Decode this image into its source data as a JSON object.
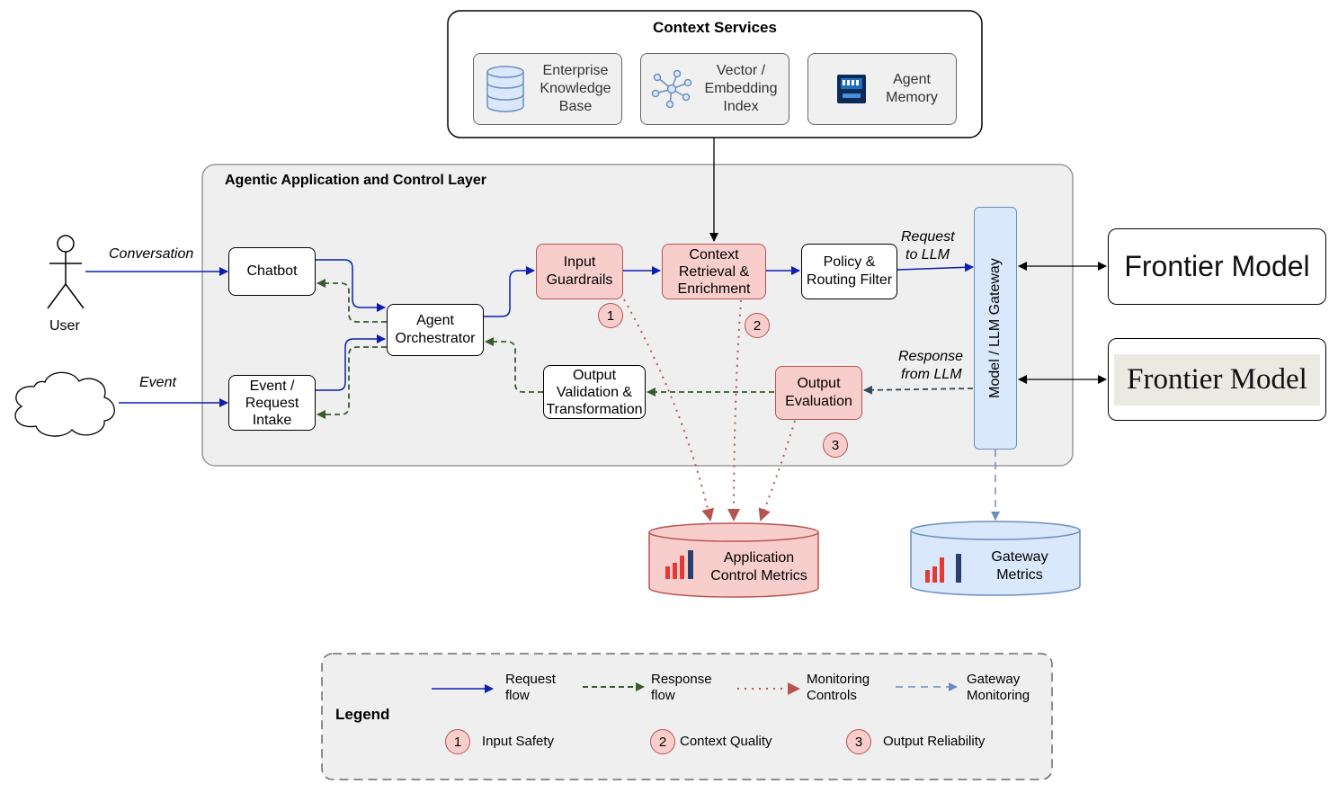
{
  "context_services": {
    "title": "Context Services",
    "items": [
      {
        "label": "Enterprise Knowledge Base",
        "lines": [
          "Enterprise",
          "Knowledge",
          "Base"
        ],
        "icon": "database-icon"
      },
      {
        "label": "Vector / Embedding Index",
        "lines": [
          "Vector /",
          "Embedding",
          "Index"
        ],
        "icon": "network-icon"
      },
      {
        "label": "Agent Memory",
        "lines": [
          "Agent",
          "Memory"
        ],
        "icon": "memory-card-icon"
      }
    ]
  },
  "control_layer": {
    "title": "Agentic Application and Control Layer",
    "chatbot": "Chatbot",
    "event_intake": {
      "lines": [
        "Event /",
        "Request",
        "Intake"
      ]
    },
    "agent_orchestrator": {
      "lines": [
        "Agent",
        "Orchestrator"
      ]
    },
    "input_guardrails": {
      "lines": [
        "Input",
        "Guardrails"
      ]
    },
    "context_retrieval": {
      "lines": [
        "Context",
        "Retrieval &",
        "Enrichment"
      ]
    },
    "policy_routing": {
      "lines": [
        "Policy &",
        "Routing Filter"
      ]
    },
    "output_validation": {
      "lines": [
        "Output",
        "Validation &",
        "Transformation"
      ]
    },
    "output_evaluation": {
      "lines": [
        "Output",
        "Evaluation"
      ]
    },
    "gateway": "Model / LLM Gateway"
  },
  "actors": {
    "user": "User",
    "conversation": "Conversation",
    "event": "Event"
  },
  "edge_labels": {
    "request_to_llm": [
      "Request",
      "to LLM"
    ],
    "response_from_llm": [
      "Response",
      "from LLM"
    ]
  },
  "frontier_models": [
    "Frontier Model",
    "Frontier Model"
  ],
  "badges": [
    "1",
    "2",
    "3"
  ],
  "metrics": {
    "application": {
      "lines": [
        "Application",
        "Control Metrics"
      ]
    },
    "gateway": {
      "lines": [
        "Gateway",
        "Metrics"
      ]
    }
  },
  "legend": {
    "title": "Legend",
    "flows": [
      {
        "lines": [
          "Request",
          "flow"
        ],
        "style": "request"
      },
      {
        "lines": [
          "Response",
          "flow"
        ],
        "style": "response"
      },
      {
        "lines": [
          "Monitoring",
          "Controls"
        ],
        "style": "monitoring"
      },
      {
        "lines": [
          "Gateway",
          "Monitoring"
        ],
        "style": "gateway"
      }
    ],
    "controls": [
      {
        "num": "1",
        "label": "Input Safety"
      },
      {
        "num": "2",
        "label": "Context Quality"
      },
      {
        "num": "3",
        "label": "Output Reliability"
      }
    ]
  },
  "colors": {
    "request": "#0a1fad",
    "response": "#3a5a2e",
    "monitoring": "#b85450",
    "gateway": "#6c8ebf",
    "red_fill": "#f8cecc",
    "blue_fill": "#dae8fc"
  }
}
